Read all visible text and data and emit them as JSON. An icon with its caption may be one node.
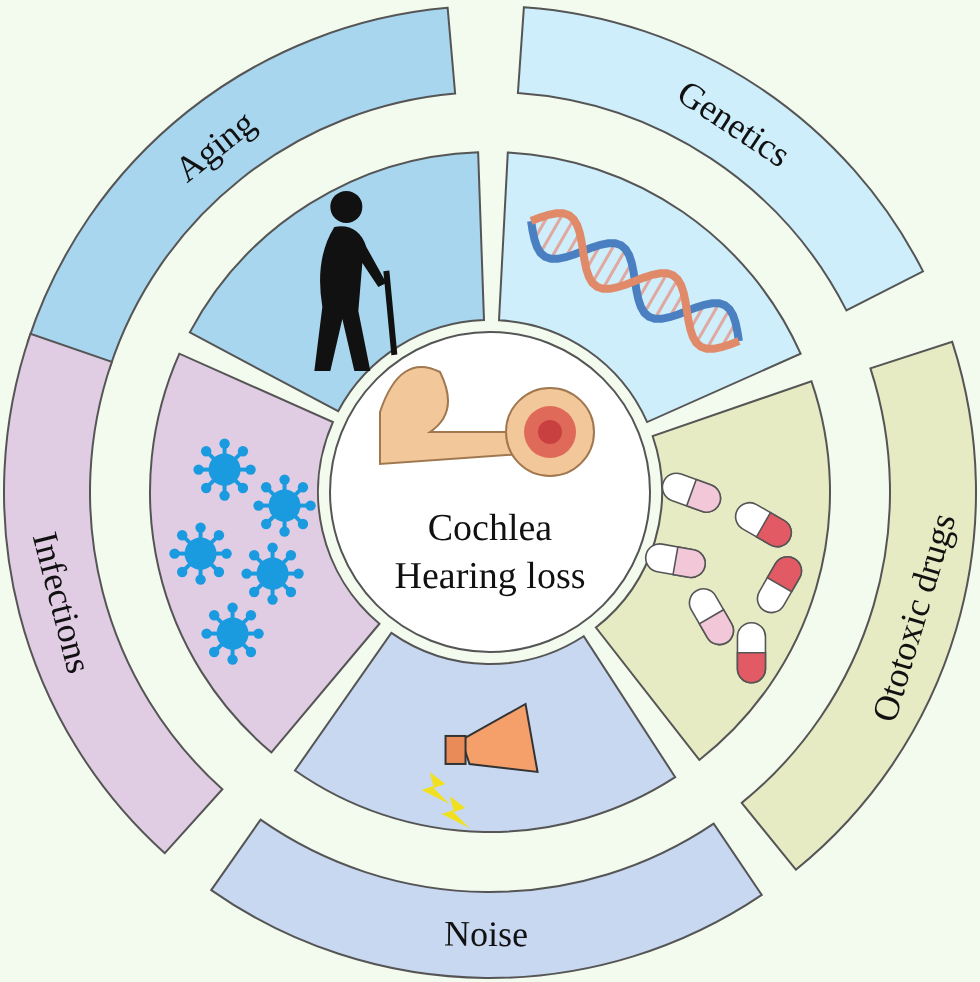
{
  "diagram": {
    "nodes": [
      {
        "text": [
          "Cochlea",
          "Hearing loss"
        ]
      },
      {
        "text": [
          "Aging"
        ]
      },
      {
        "text": [
          "Genetics"
        ]
      },
      {
        "text": [
          "Ototoxic drugs"
        ]
      },
      {
        "text": [
          "Noise"
        ]
      },
      {
        "text": [
          "Infections"
        ]
      },
      {
        "text": [],
        "shape": "picture"
      },
      {
        "text": [],
        "shape": "picture"
      },
      {
        "text": [],
        "shape": "picture"
      },
      {
        "text": [],
        "shape": "picture"
      },
      {
        "text": [],
        "shape": "picture"
      }
    ]
  }
}
